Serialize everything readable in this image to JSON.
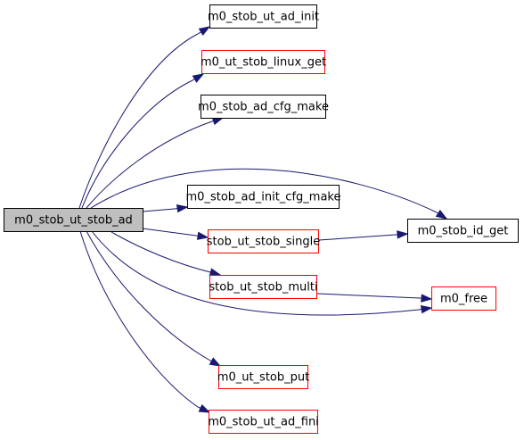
{
  "colors": {
    "edge": "#191970",
    "root_fill": "#bfbfbf",
    "normal_border": "#000000",
    "link_border": "#ff0000",
    "node_fill": "#ffffff"
  },
  "nodes": {
    "root": {
      "label": "m0_stob_ut_stob_ad",
      "style": "root"
    },
    "ad_init": {
      "label": "m0_stob_ut_ad_init",
      "style": "normal"
    },
    "linux_get": {
      "label": "m0_ut_stob_linux_get",
      "style": "link"
    },
    "cfg_make": {
      "label": "m0_stob_ad_cfg_make",
      "style": "normal"
    },
    "init_cfg_make": {
      "label": "m0_stob_ad_init_cfg_make",
      "style": "normal"
    },
    "single": {
      "label": "stob_ut_stob_single",
      "style": "link"
    },
    "multi": {
      "label": "stob_ut_stob_multi",
      "style": "link"
    },
    "ut_put": {
      "label": "m0_ut_stob_put",
      "style": "link"
    },
    "ad_fini": {
      "label": "m0_stob_ut_ad_fini",
      "style": "link"
    },
    "id_get": {
      "label": "m0_stob_id_get",
      "style": "normal"
    },
    "free": {
      "label": "m0_free",
      "style": "link"
    }
  },
  "edges": [
    [
      "root",
      "ad_init"
    ],
    [
      "root",
      "linux_get"
    ],
    [
      "root",
      "cfg_make"
    ],
    [
      "root",
      "id_get"
    ],
    [
      "root",
      "init_cfg_make"
    ],
    [
      "root",
      "single"
    ],
    [
      "root",
      "multi"
    ],
    [
      "root",
      "free"
    ],
    [
      "root",
      "ut_put"
    ],
    [
      "root",
      "ad_fini"
    ],
    [
      "single",
      "id_get"
    ],
    [
      "multi",
      "free"
    ]
  ]
}
